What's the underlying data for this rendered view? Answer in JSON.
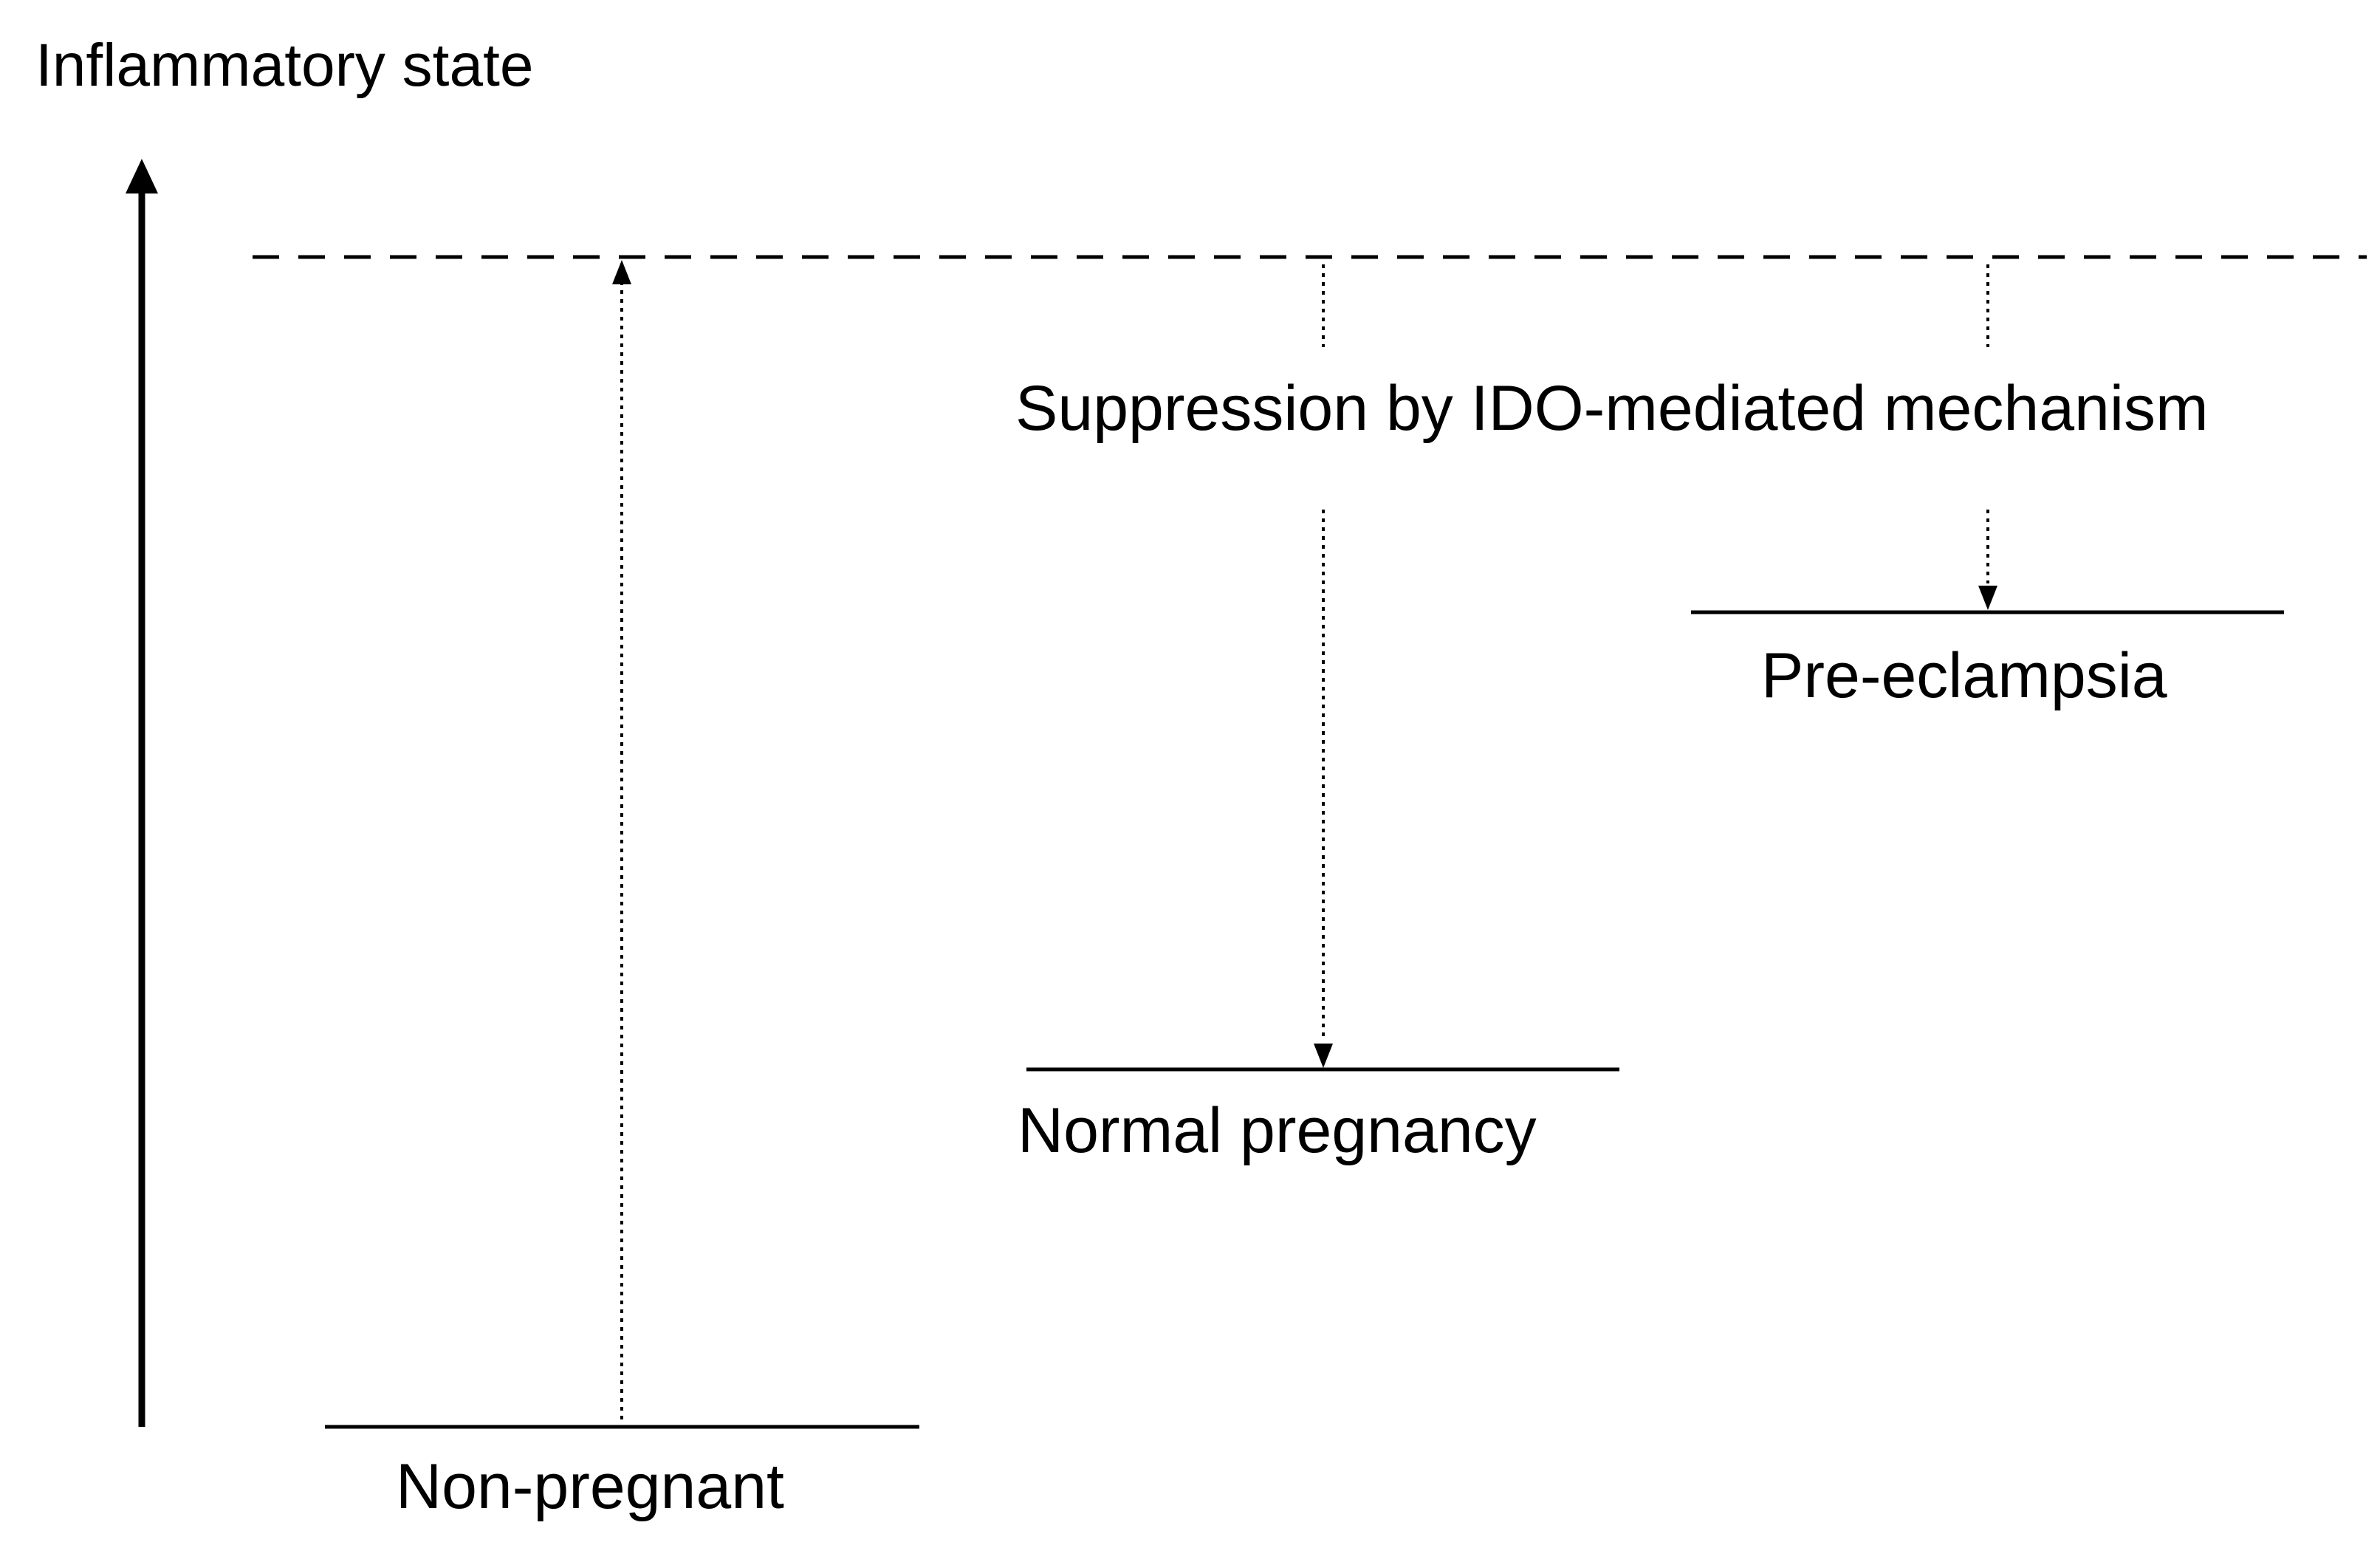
{
  "diagram": {
    "axis_title": "Inflammatory state",
    "suppression_label": "Suppression by IDO-mediated mechanism",
    "levels": {
      "non_pregnant": "Non-pregnant",
      "normal_pregnancy": "Normal pregnancy",
      "pre_eclampsia": "Pre-eclampsia"
    }
  }
}
